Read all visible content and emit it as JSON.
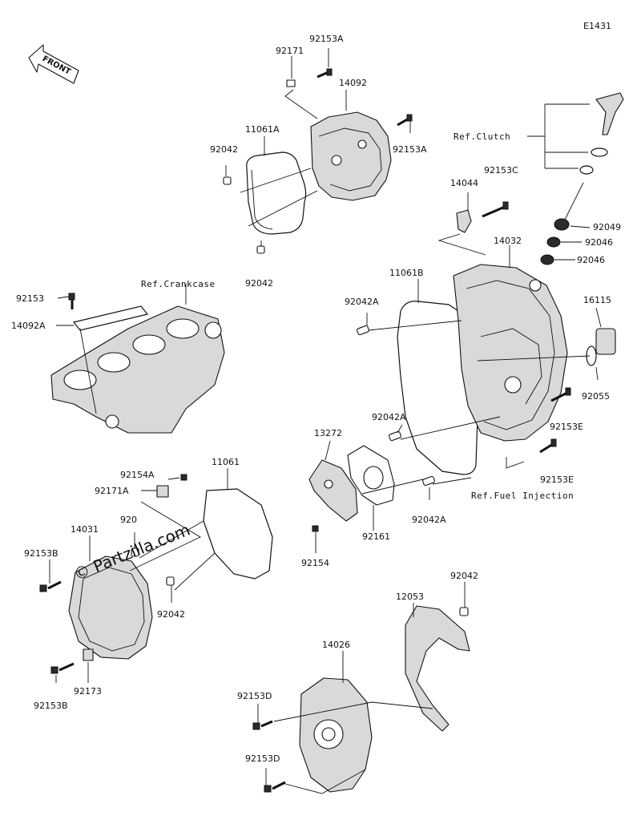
{
  "diagram_code": "E1431",
  "front_label": "FRONT",
  "watermark": "© Partzilla.com",
  "refs": {
    "clutch": "Ref.Clutch",
    "crankcase": "Ref.Crankcase",
    "fuel_injection": "Ref.Fuel Injection"
  },
  "labels": {
    "p92153A_top": "92153A",
    "p92171": "92171",
    "p14092": "14092",
    "p11061A": "11061A",
    "p92042_a": "92042",
    "p92153A_right": "92153A",
    "p92042_b": "92042",
    "p14044": "14044",
    "p92153C": "92153C",
    "p14032": "14032",
    "p92049": "92049",
    "p92046_a": "92046",
    "p92046_b": "92046",
    "p11061B": "11061B",
    "p92042A_a": "92042A",
    "p16115": "16115",
    "p92055": "92055",
    "p92153E_a": "92153E",
    "p92042A_b": "92042A",
    "p92153E_b": "92153E",
    "p92153": "92153",
    "p14092A": "14092A",
    "p13272": "13272",
    "p92161": "92161",
    "p92042A_c": "92042A",
    "p92154": "92154",
    "p92154A": "92154A",
    "p11061": "11061",
    "p92171A": "92171A",
    "p920_partial": "920",
    "p14031": "14031",
    "p92153B_a": "92153B",
    "p92042_c": "92042",
    "p92173": "92173",
    "p92153B_b": "92153B",
    "p92042_d": "92042",
    "p12053": "12053",
    "p14026": "14026",
    "p92153D_a": "92153D",
    "p92153D_b": "92153D"
  }
}
